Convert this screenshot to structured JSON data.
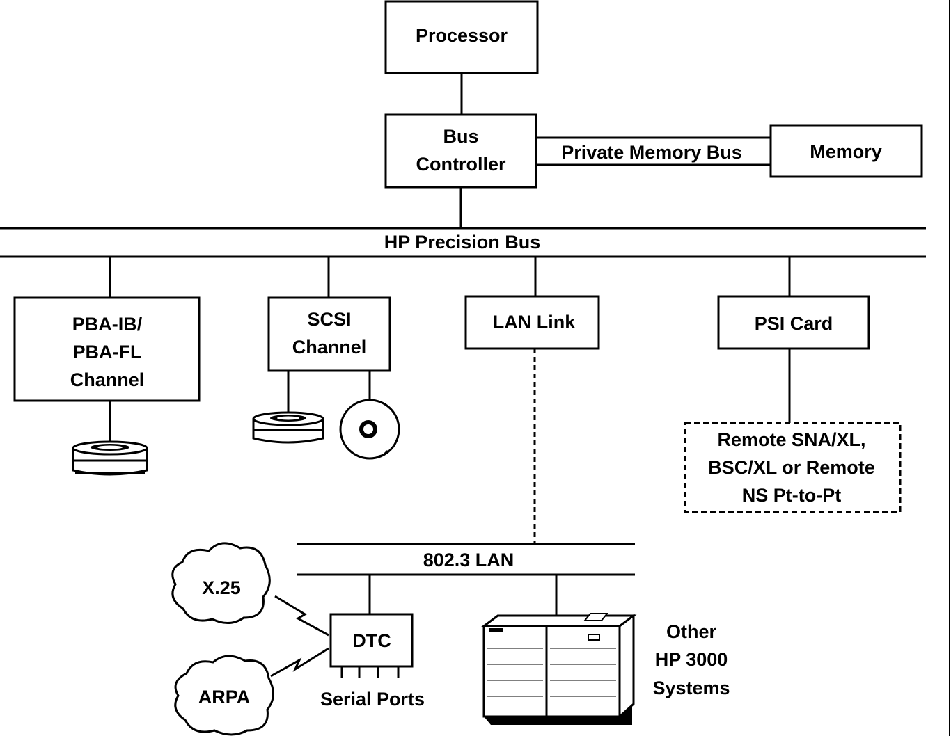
{
  "nodes": {
    "processor": "Processor",
    "bus_controller": [
      "Bus",
      "Controller"
    ],
    "memory": "Memory",
    "pba_channel": [
      "PBA-IB/",
      "PBA-FL",
      "Channel"
    ],
    "scsi_channel": [
      "SCSI",
      "Channel"
    ],
    "lan_link": "LAN Link",
    "psi_card": "PSI Card",
    "remote": [
      "Remote SNA/XL,",
      "BSC/XL or Remote",
      "NS Pt-to-Pt"
    ],
    "dtc": "DTC",
    "x25": "X.25",
    "arpa": "ARPA"
  },
  "buses": {
    "private_memory_bus": "Private Memory Bus",
    "hp_precision_bus": "HP Precision Bus",
    "lan_8023": "802.3 LAN"
  },
  "labels": {
    "serial_ports": "Serial Ports",
    "other_systems": [
      "Other",
      "HP 3000",
      "Systems"
    ]
  },
  "icons": [
    "disk-drive-icon",
    "tape-reel-icon",
    "hp3000-system-icon",
    "cloud-icon",
    "lightning-link-icon"
  ]
}
